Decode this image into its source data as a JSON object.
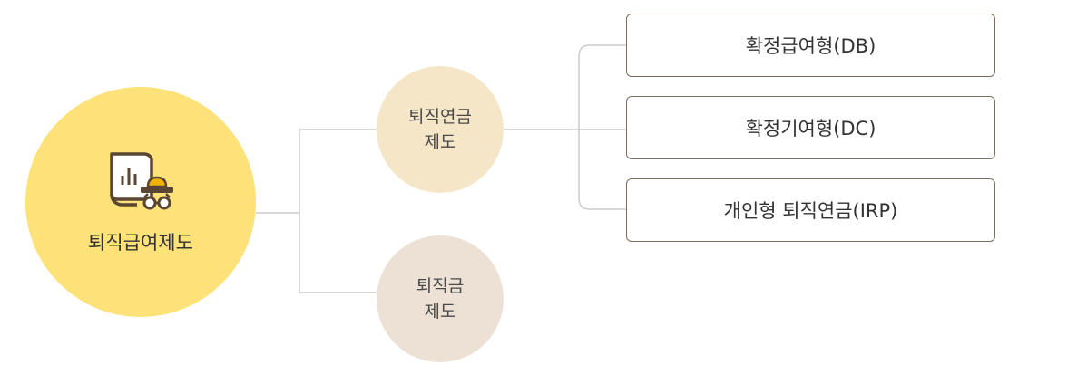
{
  "root": {
    "label": "퇴직급여제도",
    "icon": "document-chart-with-incognito-person-icon"
  },
  "branches": [
    {
      "label_lines": [
        "퇴직연금",
        "제도"
      ],
      "children": [
        {
          "label": "확정급여형(DB)"
        },
        {
          "label": "확정기여형(DC)"
        },
        {
          "label": "개인형 퇴직연금(IRP)"
        }
      ]
    },
    {
      "label_lines": [
        "퇴직금",
        "제도"
      ],
      "children": []
    }
  ],
  "colors": {
    "root_fill": "#fde27a",
    "pension_fill": "#f5e6c8",
    "severance_fill": "#ece1d4",
    "connector": "#cccccc",
    "box_border": "#7a6e60",
    "icon_dark": "#5a4632",
    "icon_accent": "#f0b400"
  }
}
